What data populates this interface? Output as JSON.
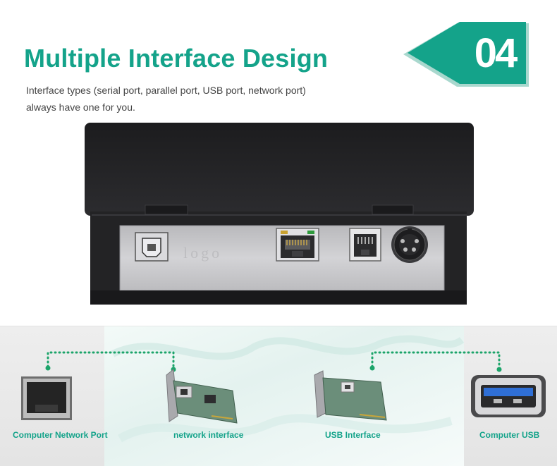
{
  "header": {
    "title": "Multiple Interface Design",
    "subtitle_line1": "Interface types (serial port, parallel port, USB port, network port)",
    "subtitle_line2": "always have one for you.",
    "badge_number": "04",
    "accent_color": "#14a38a"
  },
  "printer": {
    "ports": [
      "usb-b-port-icon",
      "rj45-port-icon",
      "rj11-port-icon",
      "power-din-port-icon"
    ],
    "body_color": "#232325",
    "panel_color": "#c9c9cb"
  },
  "interfaces": {
    "computer_network_port": "Computer Network Port",
    "network_interface": "network interface",
    "usb_interface": "USB Interface",
    "computer_usb": "Computer USB"
  }
}
